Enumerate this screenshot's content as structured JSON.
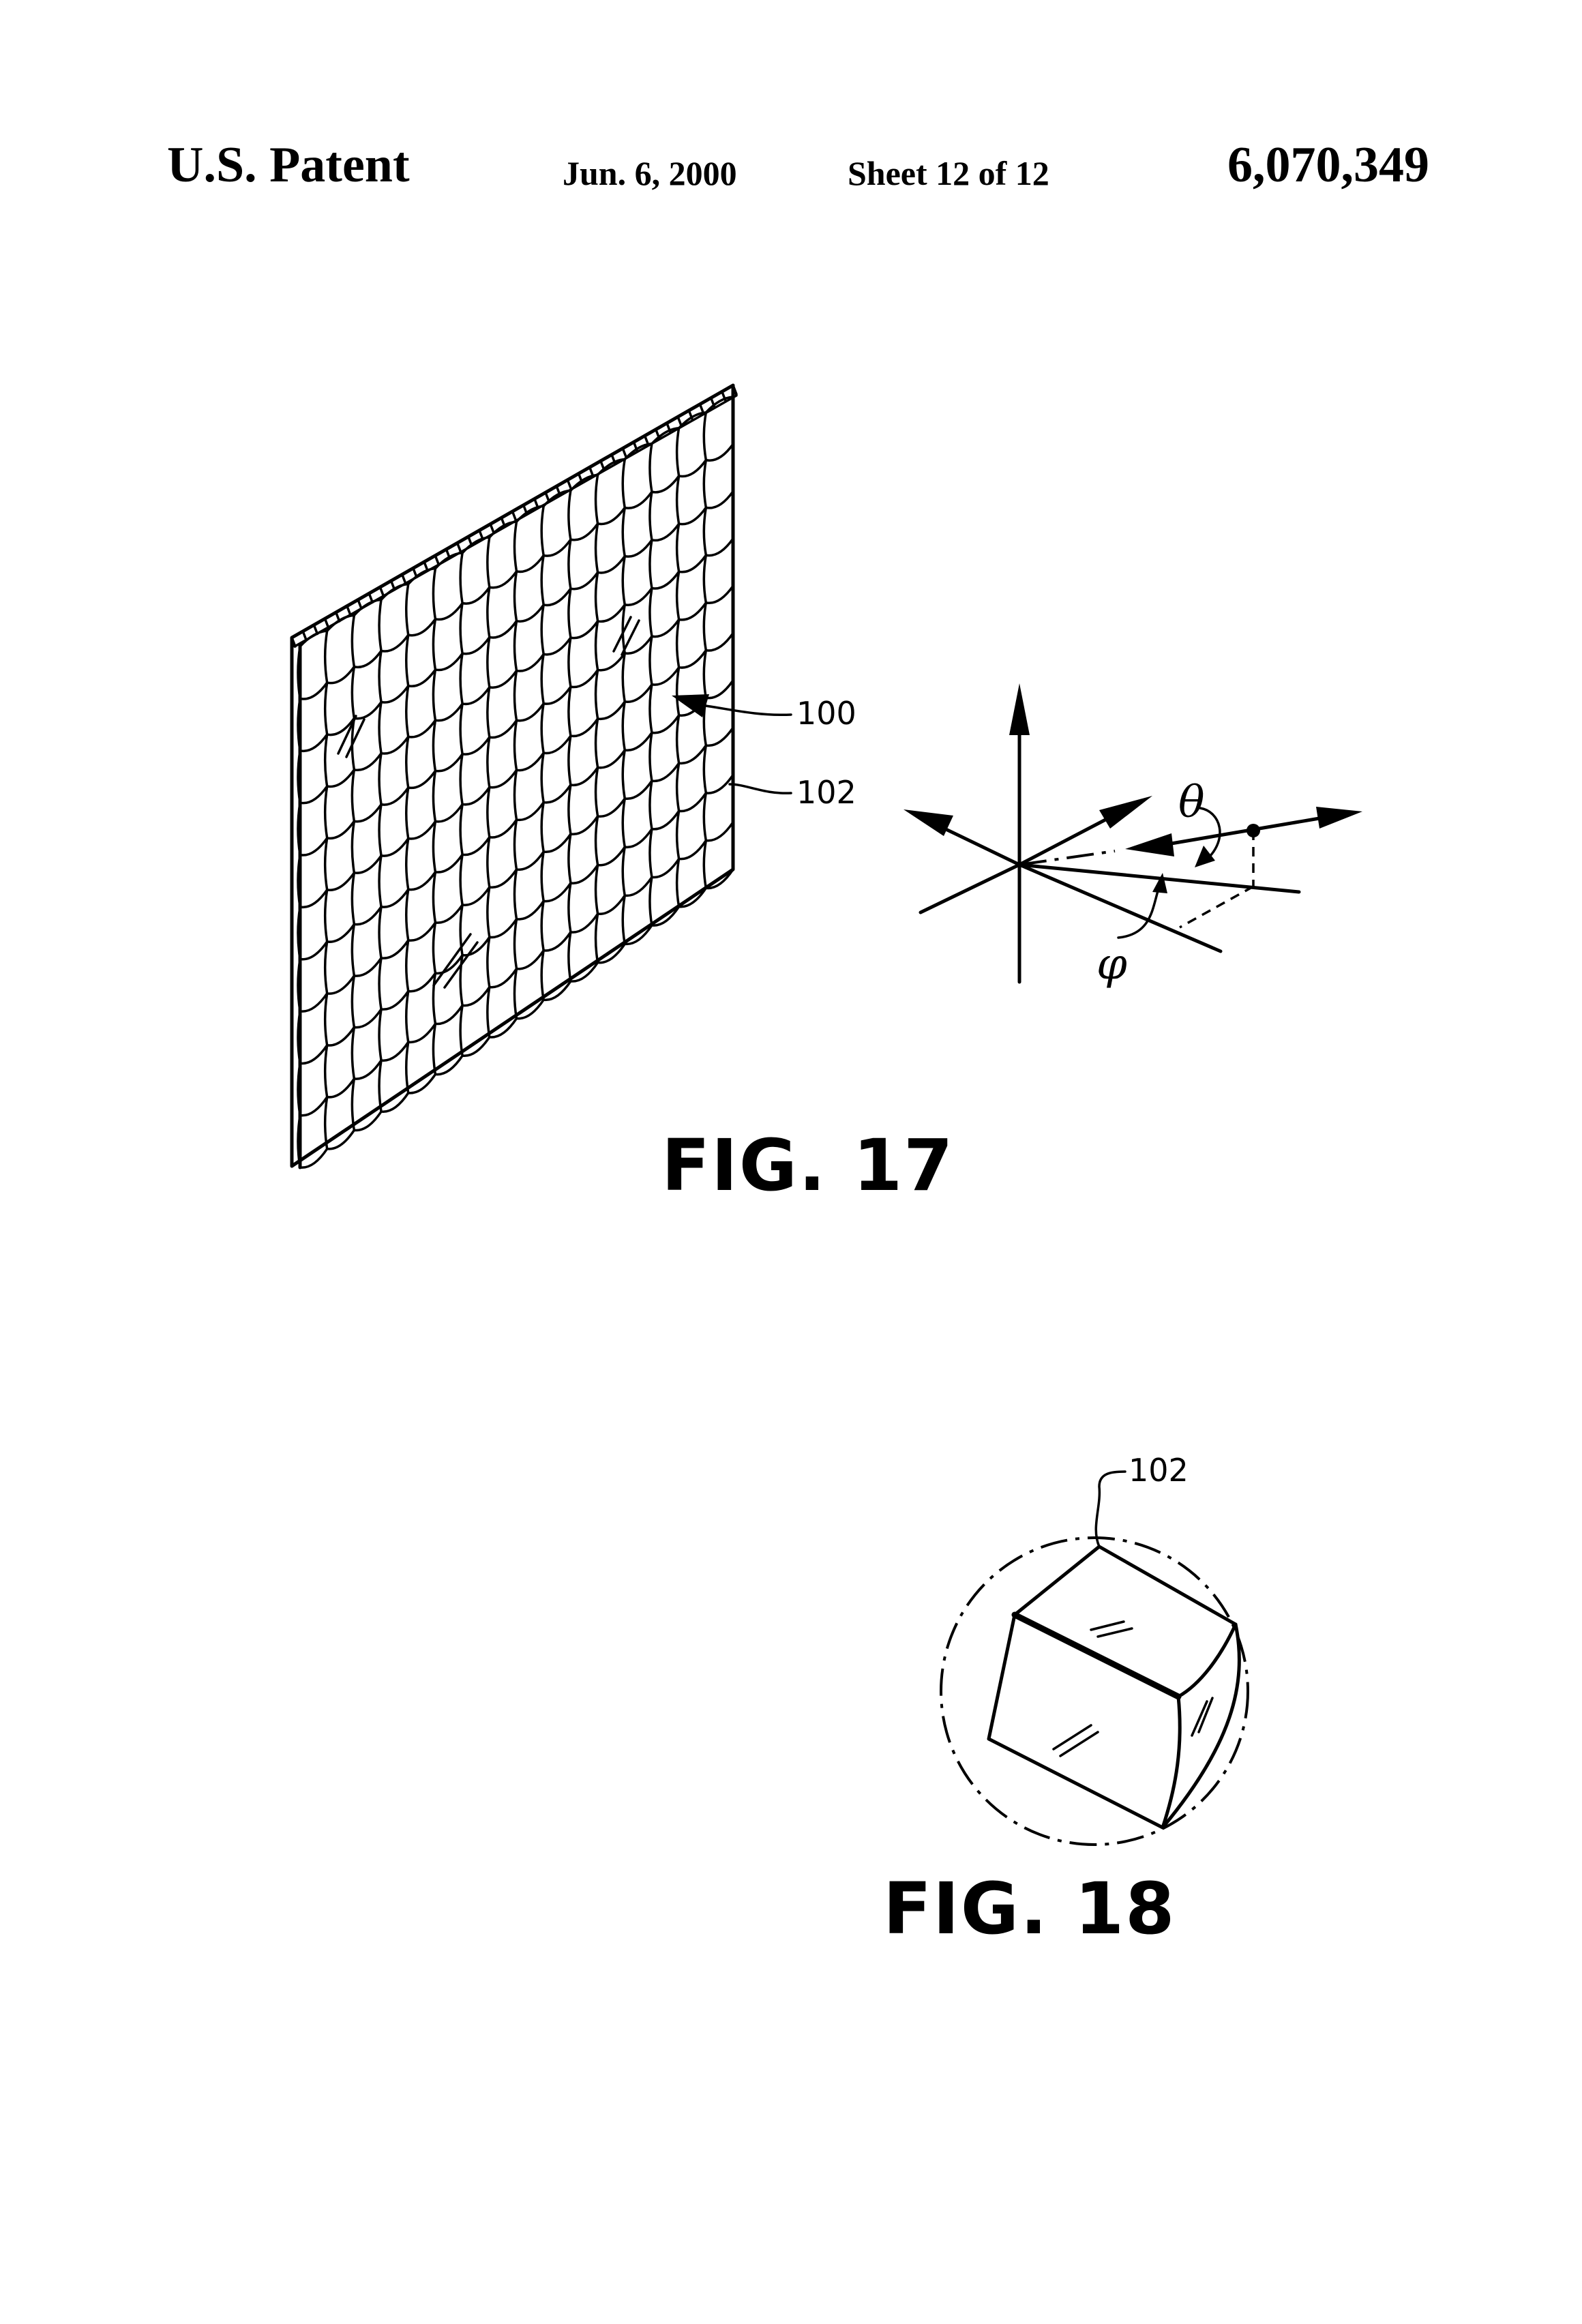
{
  "header": {
    "left": "U.S. Patent",
    "date": "Jun. 6, 2000",
    "sheet": "Sheet 12 of 12",
    "patent_number": "6,070,349"
  },
  "figures": {
    "fig17": {
      "label": "FIG. 17",
      "ref_100": "100",
      "ref_102": "102",
      "theta": "θ",
      "phi": "φ"
    },
    "fig18": {
      "label": "FIG. 18",
      "ref_102": "102"
    }
  }
}
